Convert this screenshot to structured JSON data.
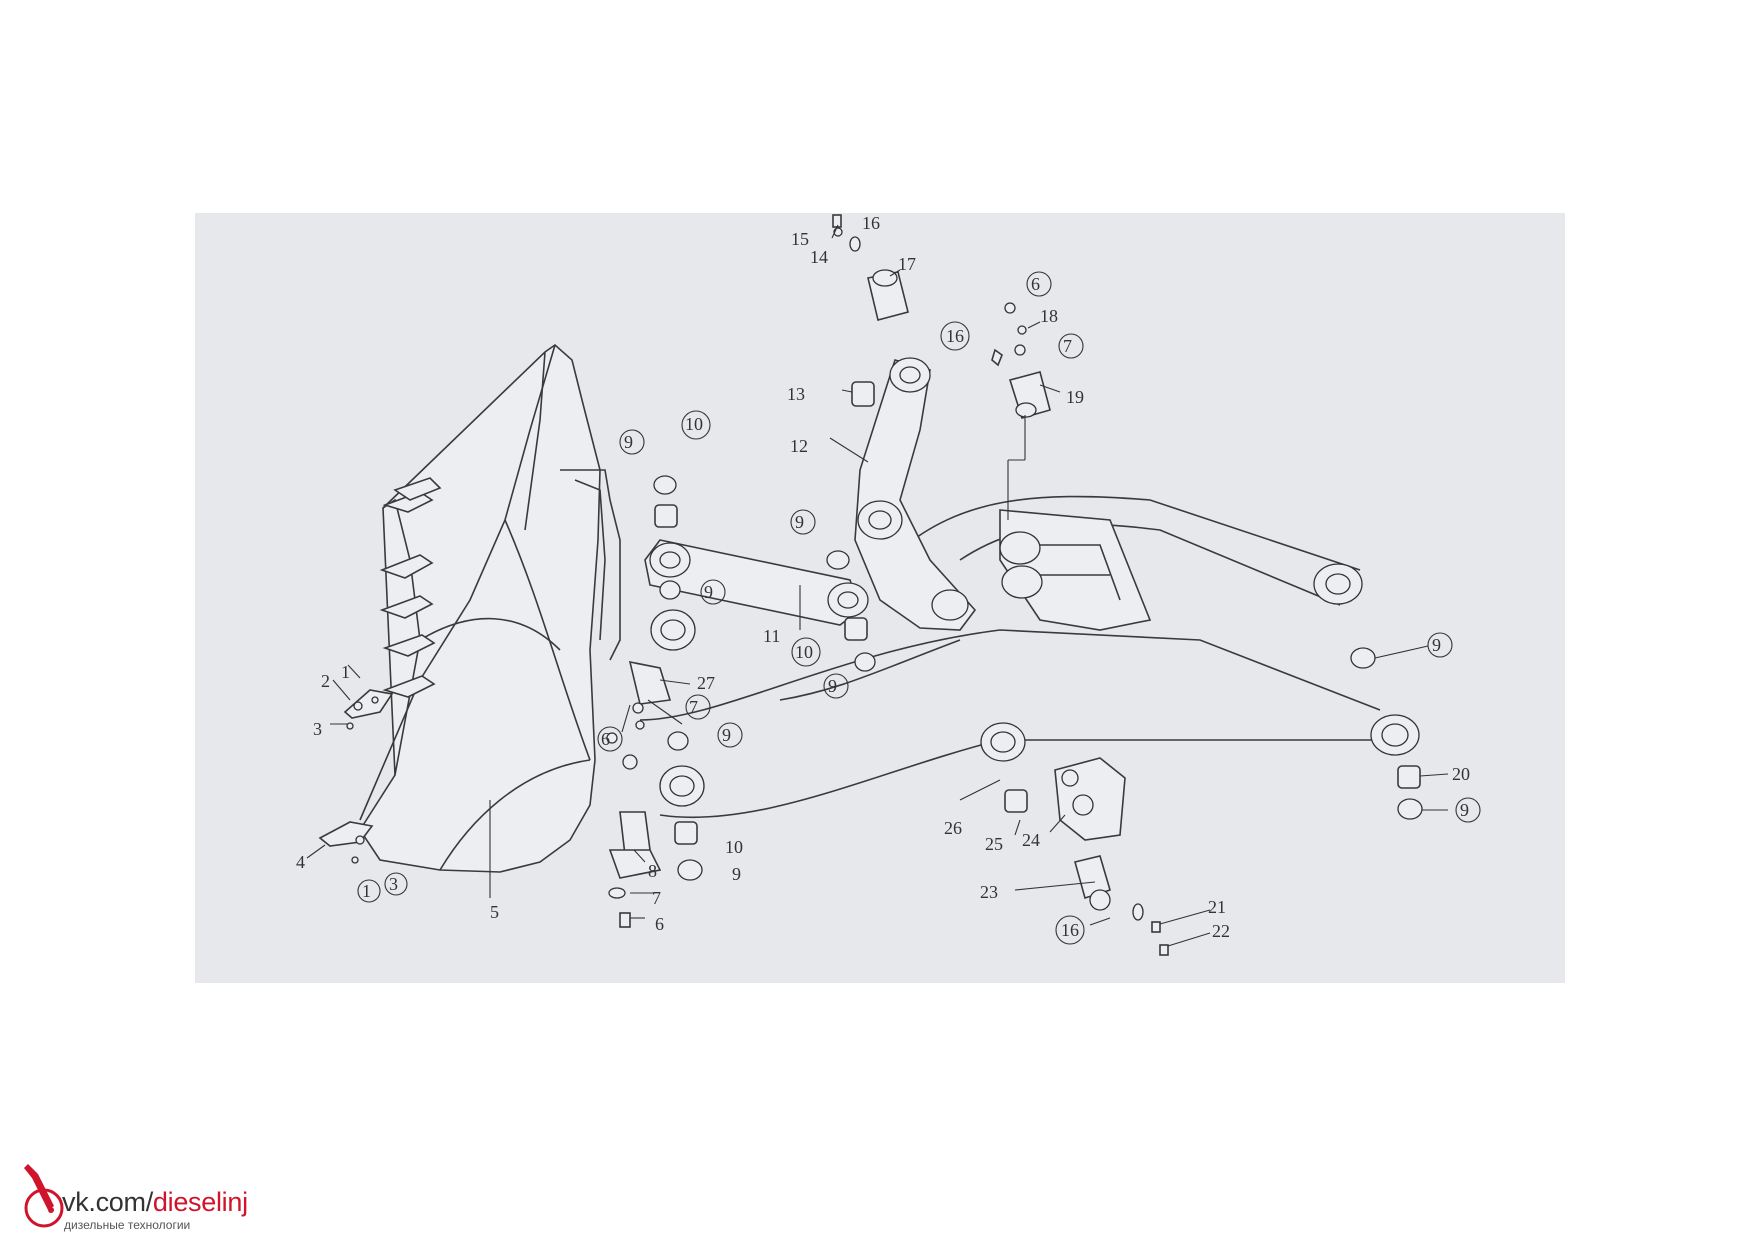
{
  "diagram": {
    "callouts": [
      "1",
      "2",
      "3",
      "4",
      "5",
      "6",
      "7",
      "8",
      "9",
      "10",
      "11",
      "12",
      "13",
      "14",
      "15",
      "16",
      "17",
      "18",
      "19",
      "20",
      "21",
      "22",
      "23",
      "24",
      "25",
      "26",
      "27"
    ]
  },
  "watermark": {
    "domain": "vk.com/",
    "handle": "dieselinj",
    "tagline": "дизельные технологии",
    "accent_color": "#d0142c"
  }
}
